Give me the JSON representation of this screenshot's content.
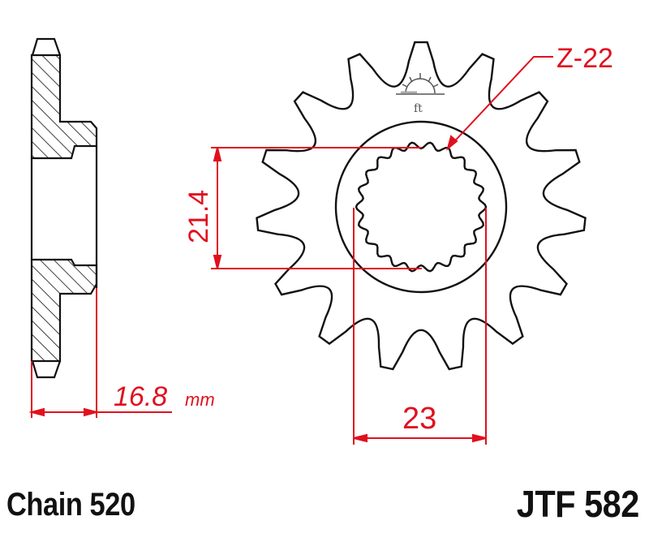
{
  "drawing": {
    "title": "Front sprocket technical drawing",
    "colors": {
      "outline": "#111111",
      "dimension": "#e0101e",
      "background": "#ffffff"
    },
    "sprocket": {
      "teeth": 15,
      "spline_count": 22
    },
    "dimensions": {
      "spline_label": "Z-22",
      "inner_diameter": "21.4",
      "spline_width": "23",
      "thickness": "16.8",
      "thickness_unit": "mm"
    }
  },
  "footer": {
    "chain": "Chain 520",
    "part_number": "JTF 582"
  }
}
